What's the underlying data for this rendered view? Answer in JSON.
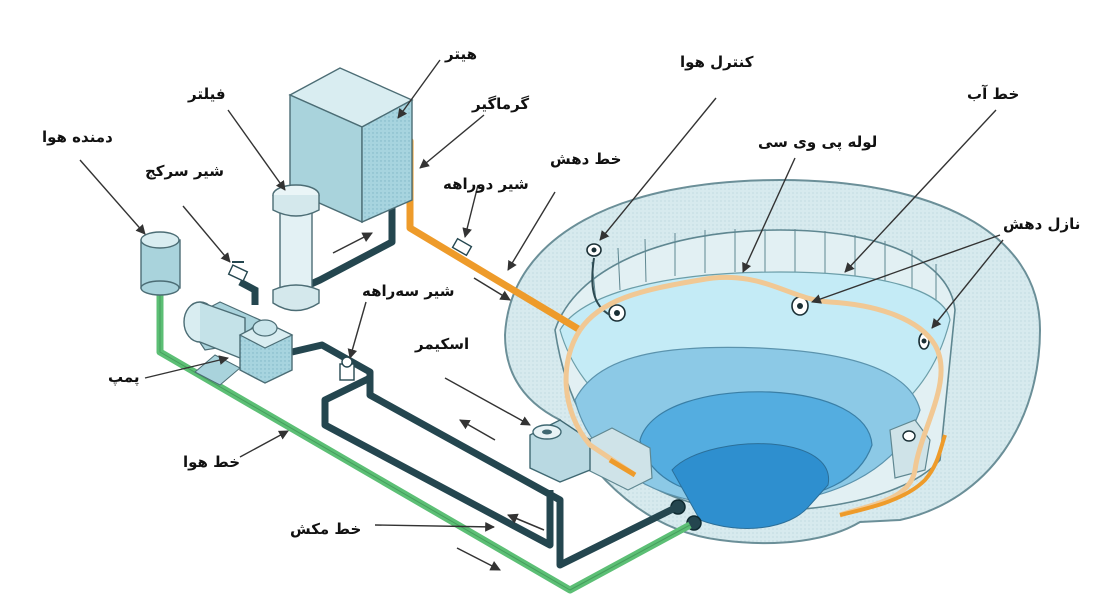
{
  "labels": {
    "heater": "هیتر",
    "filter": "فیلتر",
    "heat_exchanger": "گرماگیر",
    "air_blower": "دمنده هوا",
    "globe_valve": "شیر سرکج",
    "diverter_valve": "شیر دوراهه",
    "jet_line": "خط دهش",
    "air_control": "کنترل هوا",
    "pvc_pipe": "لوله پی وی سی",
    "water_line": "خط آب",
    "jet_nozzle": "نازل دهش",
    "three_way_valve": "شیر سه‌راهه",
    "skimmer": "اسکیمر",
    "pump": "پمپ",
    "air_line": "خط هوا",
    "suction_line": "خط مکش"
  },
  "colors": {
    "water_pipe": "#24464f",
    "heated_pipe": "#ee9b2a",
    "air_pipe": "#5cbf75",
    "equipment": "#a9d3dc",
    "water": "#3aa3d8",
    "shell": "#d5e8ec"
  },
  "icons": [
    "flow-arrow-icon",
    "valve-icon",
    "jet-nozzle-icon"
  ]
}
